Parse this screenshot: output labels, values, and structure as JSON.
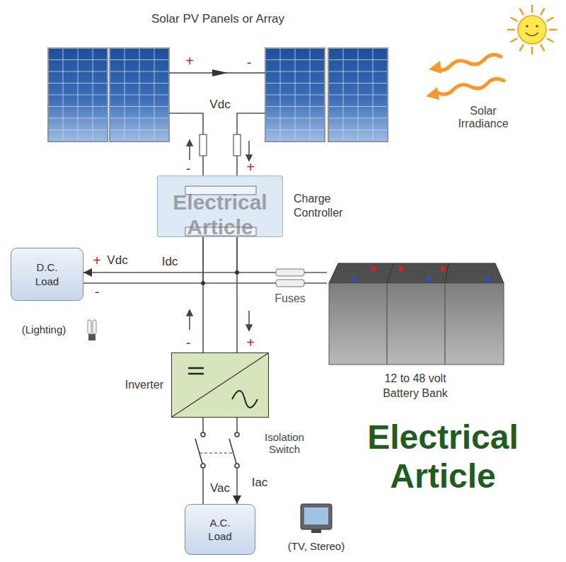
{
  "diagram": {
    "nodes": [
      {
        "text": [
          "Solar PV Panels or Array"
        ]
      },
      {
        "text": [
          "Charge Controller"
        ]
      },
      {
        "text": [
          "D.C. Load"
        ]
      },
      {
        "text": [
          "12 to 48 volt Battery Bank"
        ]
      },
      {
        "text": [
          "Inverter"
        ]
      },
      {
        "text": [
          "A.C. Load"
        ]
      }
    ],
    "edges": [
      {
        "from": 0,
        "to": 1,
        "arrow": "none"
      },
      {
        "from": 1,
        "to": 2,
        "arrow": "to"
      },
      {
        "from": 1,
        "to": 3,
        "arrow": "none"
      },
      {
        "from": 1,
        "to": 4,
        "arrow": "none"
      },
      {
        "from": 4,
        "to": 5,
        "arrow": "to"
      }
    ],
    "labels": [
      "+",
      "-",
      "Vdc",
      "-",
      "+",
      "Electrical Article",
      "+",
      "Vdc",
      "Idc",
      "-",
      "Fuses",
      "(Lighting)",
      "-",
      "+",
      "Isolation Switch",
      "Vac",
      "Iac",
      "(TV, Stereo)",
      "Electrical Article",
      "Solar Irradiance"
    ]
  }
}
